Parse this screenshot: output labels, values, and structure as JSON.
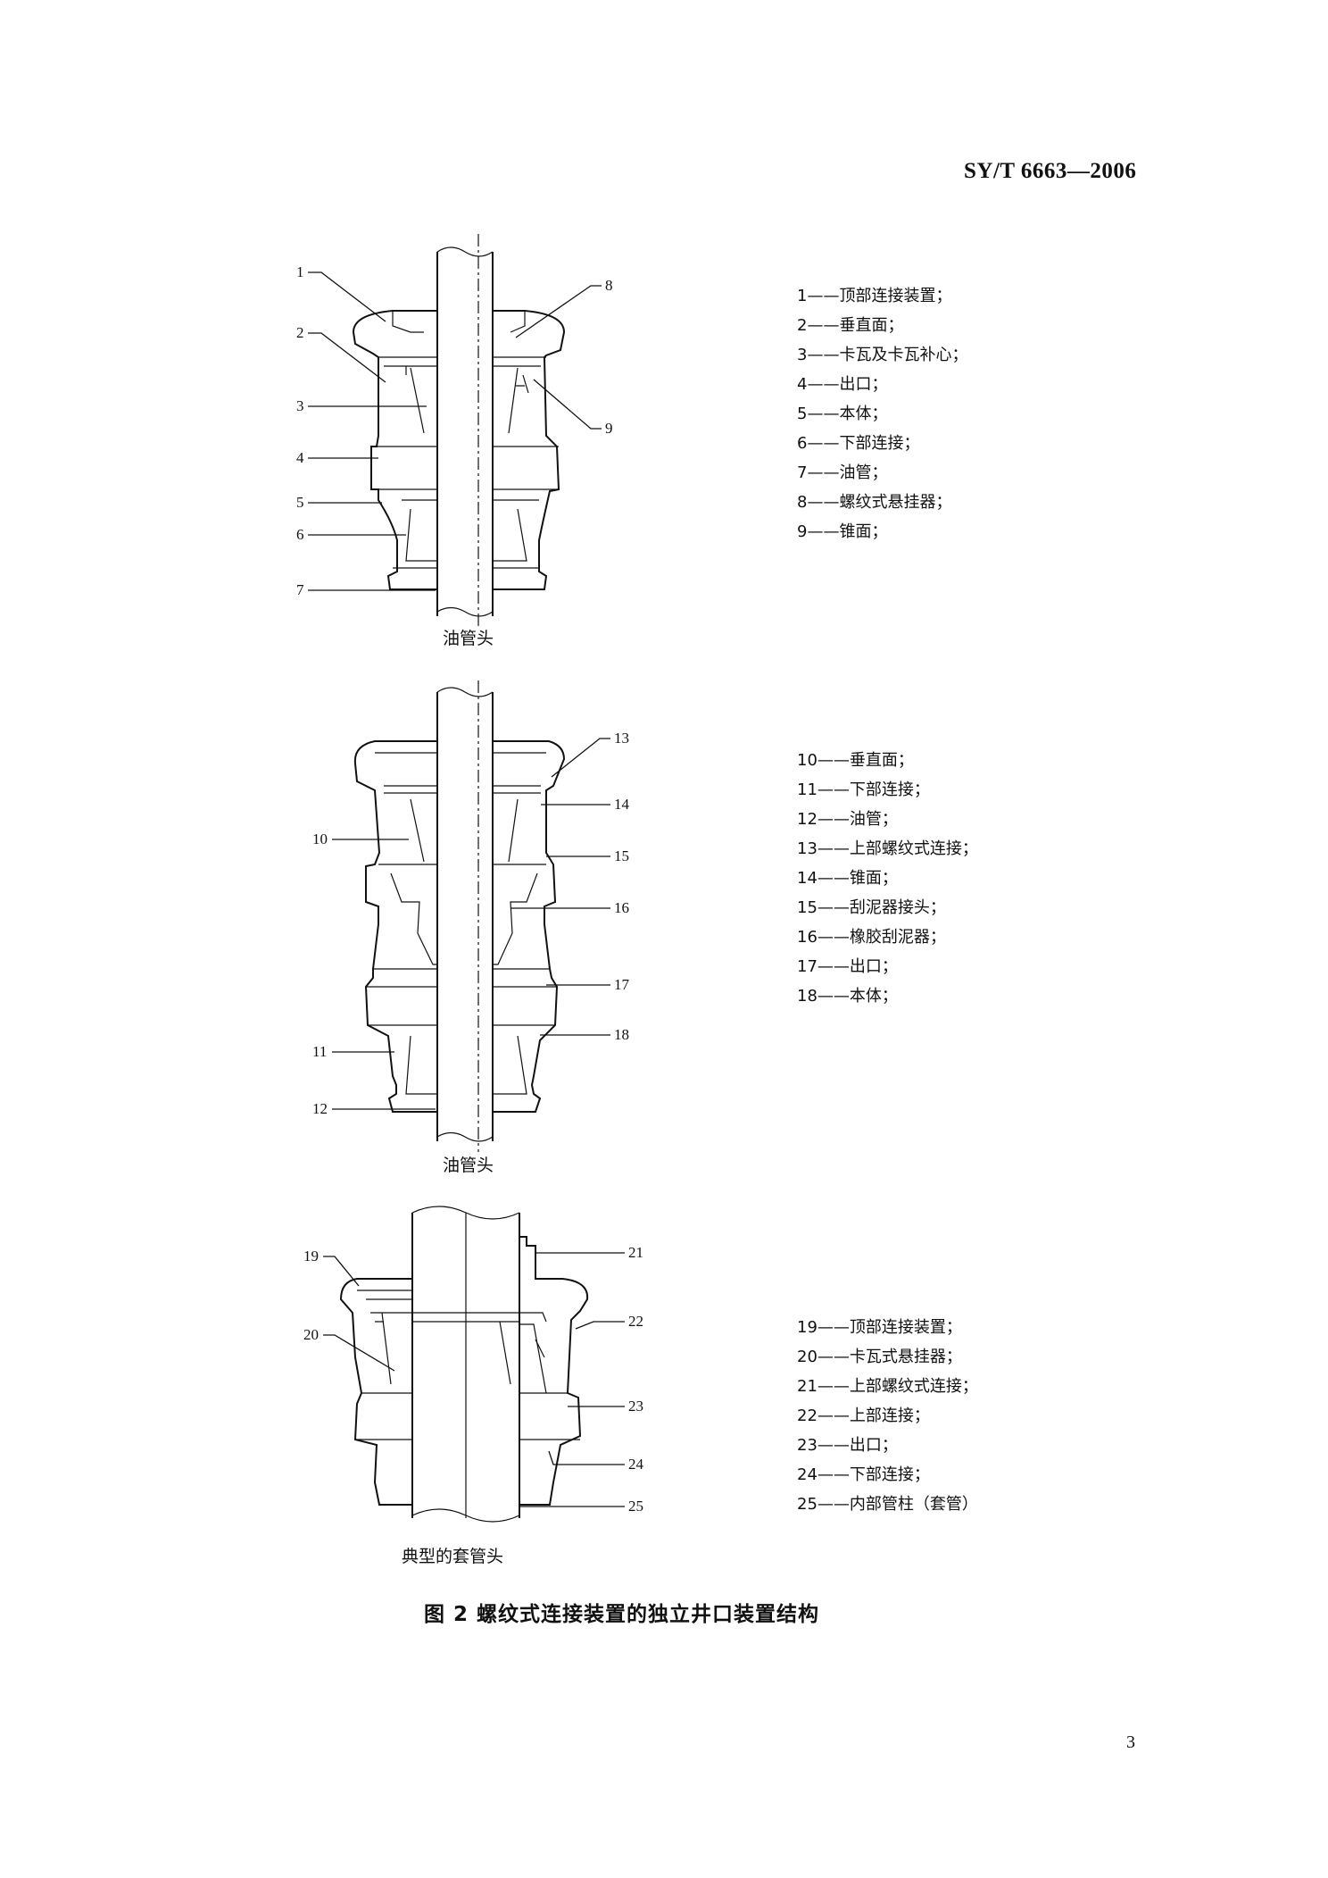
{
  "header": {
    "standard_code": "SY/T 6663—2006"
  },
  "figure": {
    "title": "图 2   螺纹式连接装置的独立井口装置结构",
    "panels": [
      {
        "caption": "油管头",
        "callouts": [
          "1",
          "2",
          "3",
          "4",
          "5",
          "6",
          "7",
          "8",
          "9"
        ],
        "legend": [
          "1——顶部连接装置；",
          "2——垂直面；",
          "3——卡瓦及卡瓦补心；",
          "4——出口；",
          "5——本体；",
          "6——下部连接；",
          "7——油管；",
          "8——螺纹式悬挂器；",
          "9——锥面；"
        ]
      },
      {
        "caption": "油管头",
        "callouts": [
          "10",
          "11",
          "12",
          "13",
          "14",
          "15",
          "16",
          "17",
          "18"
        ],
        "legend": [
          "10——垂直面；",
          "11——下部连接；",
          "12——油管；",
          "13——上部螺纹式连接；",
          "14——锥面；",
          "15——刮泥器接头；",
          "16——橡胶刮泥器；",
          "17——出口；",
          "18——本体；"
        ]
      },
      {
        "caption": "典型的套管头",
        "callouts": [
          "19",
          "20",
          "21",
          "22",
          "23",
          "24",
          "25"
        ],
        "legend": [
          "19——顶部连接装置；",
          "20——卡瓦式悬挂器；",
          "21——上部螺纹式连接；",
          "22——上部连接；",
          "23——出口；",
          "24——下部连接；",
          "25——内部管柱（套管）"
        ]
      }
    ]
  },
  "page_number": "3"
}
